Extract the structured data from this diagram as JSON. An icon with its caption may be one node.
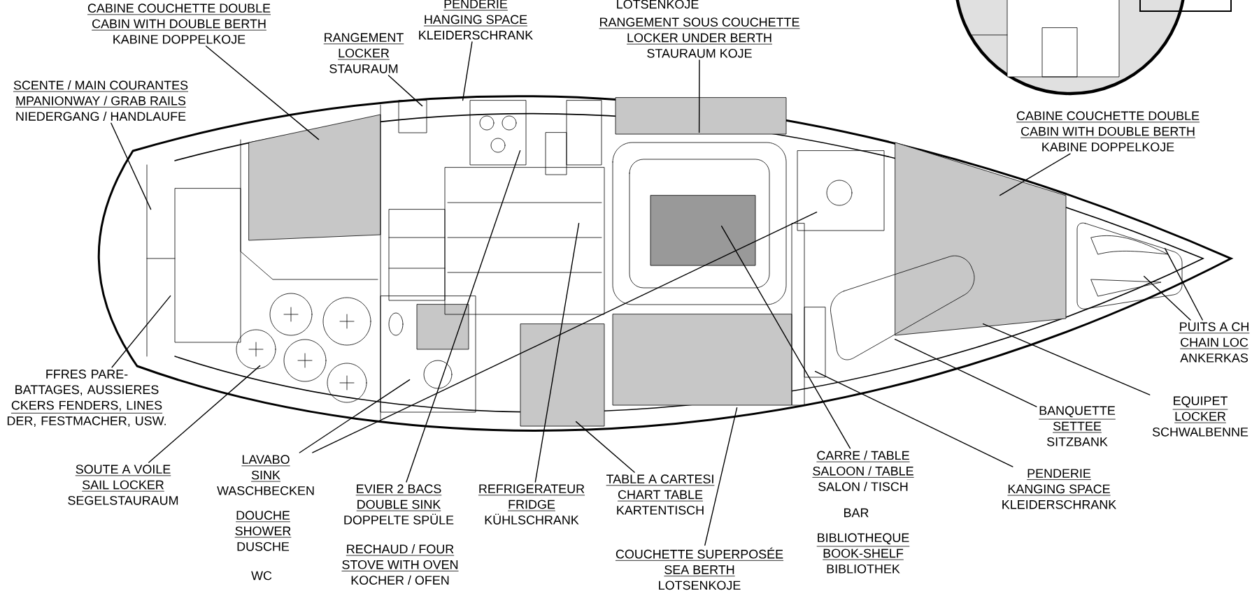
{
  "diagram": {
    "nodes": [
      {
        "text": [
          "CABINE COUCHETTE DOUBLE",
          "CABIN WITH DOUBLE BERTH",
          "KABINE DOPPELKOJE"
        ]
      },
      {
        "text": [
          "RANGEMENT",
          "LOCKER",
          "STAURAUM"
        ]
      },
      {
        "text": [
          "PENDERIE",
          "HANGING SPACE",
          "KLEIDERSCHRANK"
        ]
      },
      {
        "text": [
          "RANGEMENT SOUS COUCHETTE",
          "LOCKER UNDER BERTH",
          "STAURAUM KOJE"
        ]
      },
      {
        "text": [
          "CABINE COUCHETTE DOUBLE",
          "CABIN WITH DOUBLE BERTH",
          "KABINE DOPPELKOJE"
        ]
      },
      {
        "text": [
          "SCENTE / MAIN COURANTES",
          "MPANIONWAY / GRAB RAILS",
          "NIEDERGANG / HANDLAUFE"
        ]
      },
      {
        "text": [
          "FFRES PARE-BATTAGES, AUSSIERES",
          "CKERS FENDERS, LINES",
          "DER, FESTMACHER, USW."
        ]
      },
      {
        "text": [
          "SOUTE A VOILE",
          "SAIL LOCKER",
          "SEGELSTAURAUM"
        ]
      },
      {
        "text": [
          "LAVABO",
          "SINK",
          "WASCHBECKEN"
        ]
      },
      {
        "text": [
          "EVIER 2 BACS",
          "DOUBLE SINK",
          "DOPPELTE SPÜLE"
        ]
      },
      {
        "text": [
          "REFRIGERATEUR",
          "FRIDGE",
          "KÜHLSCHRANK"
        ]
      },
      {
        "text": [
          "TABLE A CARTESI",
          "CHART TABLE",
          "KARTENTISCH"
        ]
      },
      {
        "text": [
          "COUCHETTE SUPERPOSÉE",
          "SEA BERTH",
          "LOTSENKOJE"
        ]
      },
      {
        "text": [
          "CARRE / TABLE",
          "SALOON / TABLE",
          "SALON / TISCH"
        ]
      },
      {
        "text": [
          "BANQUETTE",
          "SETTEE",
          "SITZBANK"
        ]
      },
      {
        "text": [
          "PENDERIE",
          "KANGING SPACE",
          "KLEIDERSCHRANK"
        ]
      },
      {
        "text": [
          "EQUIPET",
          "LOCKER",
          "SCHWALBENNE"
        ]
      },
      {
        "text": [
          "PUITS A CH",
          "CHAIN LOC",
          "ANKERKAS"
        ]
      },
      {
        "text": [],
        "shape": "picture"
      }
    ],
    "edges": [
      {
        "from": 0,
        "to": 18,
        "arrow": "none"
      },
      {
        "from": 1,
        "to": 18,
        "arrow": "none"
      },
      {
        "from": 2,
        "to": 18,
        "arrow": "none"
      },
      {
        "from": 3,
        "to": 18,
        "arrow": "none"
      },
      {
        "from": 4,
        "to": 18,
        "arrow": "none"
      },
      {
        "from": 5,
        "to": 18,
        "arrow": "none"
      },
      {
        "from": 6,
        "to": 18,
        "arrow": "none"
      },
      {
        "from": 7,
        "to": 18,
        "arrow": "none"
      },
      {
        "from": 8,
        "to": 18,
        "arrow": "none"
      },
      {
        "from": 8,
        "to": 18,
        "arrow": "none"
      },
      {
        "from": 9,
        "to": 18,
        "arrow": "none"
      },
      {
        "from": 10,
        "to": 18,
        "arrow": "none"
      },
      {
        "from": 11,
        "to": 18,
        "arrow": "none"
      },
      {
        "from": 12,
        "to": 18,
        "arrow": "none"
      },
      {
        "from": 13,
        "to": 18,
        "arrow": "none"
      },
      {
        "from": 14,
        "to": 18,
        "arrow": "none"
      },
      {
        "from": 15,
        "to": 18,
        "arrow": "none"
      },
      {
        "from": 16,
        "to": 18,
        "arrow": "none"
      },
      {
        "from": 17,
        "to": 18,
        "arrow": "none"
      },
      {
        "from": 17,
        "to": 18,
        "arrow": "none"
      }
    ],
    "labels": [
      "LOTSENKOJE",
      "DOUCHE",
      "SHOWER",
      "DUSCHE",
      "WC",
      "RECHAUD / FOUR",
      "STOVE WITH OVEN",
      "KOCHER / OFEN",
      "BAR",
      "BIBLIOTHEQUE",
      "BOOK-SHELF",
      "BIBLIOTHEK"
    ]
  }
}
